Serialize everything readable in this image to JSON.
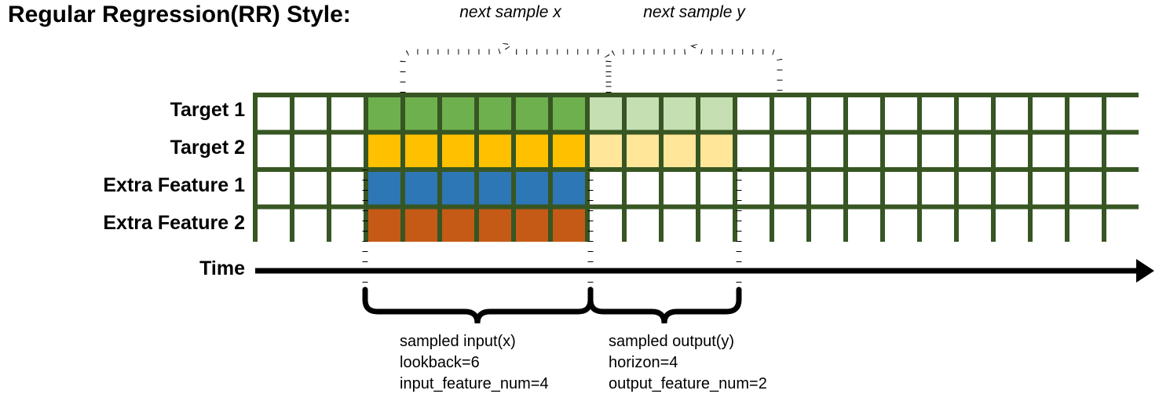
{
  "title": "Regular Regression(RR) Style:",
  "row_labels": [
    {
      "name": "target-1",
      "label": "Target 1"
    },
    {
      "name": "target-2",
      "label": "Target 2"
    },
    {
      "name": "extra-feature-1",
      "label": "Extra Feature 1"
    },
    {
      "name": "extra-feature-2",
      "label": "Extra Feature 2"
    }
  ],
  "axis": {
    "label": "Time",
    "icon": "arrow-right-icon"
  },
  "top_braces": [
    {
      "name": "next-sample-x",
      "label": "next sample x"
    },
    {
      "name": "next-sample-y",
      "label": "next sample y"
    }
  ],
  "bottom_braces": [
    {
      "name": "sampled-input",
      "lines": [
        "sampled input(x)",
        "lookback=6",
        "input_feature_num=4"
      ]
    },
    {
      "name": "sampled-output",
      "lines": [
        "sampled output(y)",
        "horizon=4",
        "output_feature_num=2"
      ]
    }
  ],
  "colors": {
    "grid_border": "#375623",
    "green": "#6FB04E",
    "green_light": "#C5DFB3",
    "yellow": "#FFC000",
    "yellow_light": "#FFE699",
    "blue": "#2E77B6",
    "orange": "#C55A16",
    "white": "#FFFFFF",
    "ink": "#000000"
  },
  "grid": {
    "columns": 24,
    "rows": 4,
    "lead_white_cols": 3,
    "input_cols": 6,
    "output_cols": 4,
    "cells": [
      [
        "white",
        "white",
        "white",
        "green",
        "green",
        "green",
        "green",
        "green",
        "green",
        "green_light",
        "green_light",
        "green_light",
        "green_light",
        "white",
        "white",
        "white",
        "white",
        "white",
        "white",
        "white",
        "white",
        "white",
        "white",
        "white"
      ],
      [
        "white",
        "white",
        "white",
        "yellow",
        "yellow",
        "yellow",
        "yellow",
        "yellow",
        "yellow",
        "yellow_light",
        "yellow_light",
        "yellow_light",
        "yellow_light",
        "white",
        "white",
        "white",
        "white",
        "white",
        "white",
        "white",
        "white",
        "white",
        "white",
        "white"
      ],
      [
        "white",
        "white",
        "white",
        "blue",
        "blue",
        "blue",
        "blue",
        "blue",
        "blue",
        "white",
        "white",
        "white",
        "white",
        "white",
        "white",
        "white",
        "white",
        "white",
        "white",
        "white",
        "white",
        "white",
        "white",
        "white"
      ],
      [
        "white",
        "white",
        "white",
        "orange",
        "orange",
        "orange",
        "orange",
        "orange",
        "orange",
        "white",
        "white",
        "white",
        "white",
        "white",
        "white",
        "white",
        "white",
        "white",
        "white",
        "white",
        "white",
        "white",
        "white",
        "white"
      ]
    ]
  }
}
